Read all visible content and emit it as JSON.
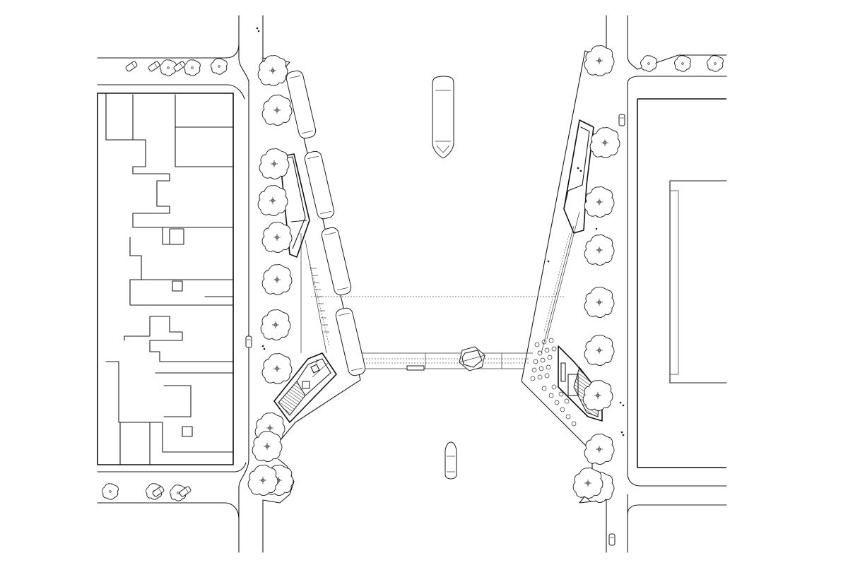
{
  "drawing": {
    "kind": "architectural site plan",
    "colors": {
      "line": "#1a1a1a",
      "background": "#ffffff"
    },
    "elements": {
      "trees_west": 12,
      "trees_east": 10,
      "trams_west": 4,
      "trams_east": 0,
      "boats": 2,
      "pavilions": 2,
      "footbridge": 1
    }
  }
}
